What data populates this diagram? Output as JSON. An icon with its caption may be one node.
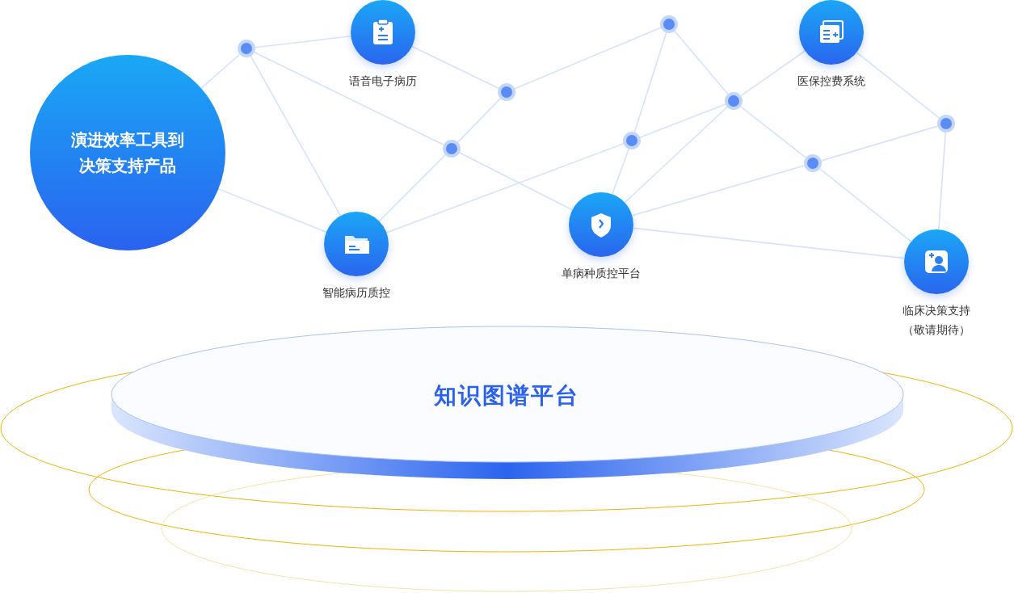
{
  "diagram": {
    "nodes": [
      {
        "text": [
          "演进效率工具到决策支持产品"
        ]
      },
      {
        "text": [
          "语音电子病历"
        ]
      },
      {
        "text": [
          "医保控费系统"
        ]
      },
      {
        "text": [
          "智能病历质控"
        ]
      },
      {
        "text": [
          "单病种质控平台"
        ]
      },
      {
        "text": [
          "临床决策支持（敬请期待）"
        ]
      },
      {
        "text": [
          "知识图谱平台"
        ]
      },
      {
        "text": [],
        "shape": "circle"
      },
      {
        "text": [],
        "shape": "circle"
      },
      {
        "text": [],
        "shape": "circle"
      },
      {
        "text": [],
        "shape": "circle"
      },
      {
        "text": [],
        "shape": "circle"
      },
      {
        "text": [],
        "shape": "circle"
      },
      {
        "text": [],
        "shape": "circle"
      },
      {
        "text": [],
        "shape": "circle"
      }
    ],
    "edges": [
      {
        "from": 0,
        "to": 7,
        "arrow": "none"
      },
      {
        "from": 0,
        "to": 3,
        "arrow": "none"
      },
      {
        "from": 7,
        "to": 1,
        "arrow": "none"
      },
      {
        "from": 7,
        "to": 3,
        "arrow": "none"
      },
      {
        "from": 7,
        "to": 8,
        "arrow": "none"
      },
      {
        "from": 8,
        "to": 4,
        "arrow": "none"
      },
      {
        "from": 1,
        "to": 9,
        "arrow": "none"
      },
      {
        "from": 9,
        "to": 11,
        "arrow": "none"
      },
      {
        "from": 9,
        "to": 8,
        "arrow": "none"
      },
      {
        "from": 8,
        "to": 3,
        "arrow": "none"
      },
      {
        "from": 3,
        "to": 10,
        "arrow": "none"
      },
      {
        "from": 10,
        "to": 12,
        "arrow": "none"
      },
      {
        "from": 10,
        "to": 11,
        "arrow": "none"
      },
      {
        "from": 10,
        "to": 4,
        "arrow": "none"
      },
      {
        "from": 11,
        "to": 12,
        "arrow": "none"
      },
      {
        "from": 12,
        "to": 2,
        "arrow": "none"
      },
      {
        "from": 12,
        "to": 4,
        "arrow": "none"
      },
      {
        "from": 12,
        "to": 13,
        "arrow": "none"
      },
      {
        "from": 2,
        "to": 14,
        "arrow": "none"
      },
      {
        "from": 14,
        "to": 13,
        "arrow": "none"
      },
      {
        "from": 14,
        "to": 5,
        "arrow": "none"
      },
      {
        "from": 13,
        "to": 4,
        "arrow": "none"
      },
      {
        "from": 13,
        "to": 5,
        "arrow": "none"
      },
      {
        "from": 4,
        "to": 5,
        "arrow": "none"
      }
    ]
  }
}
